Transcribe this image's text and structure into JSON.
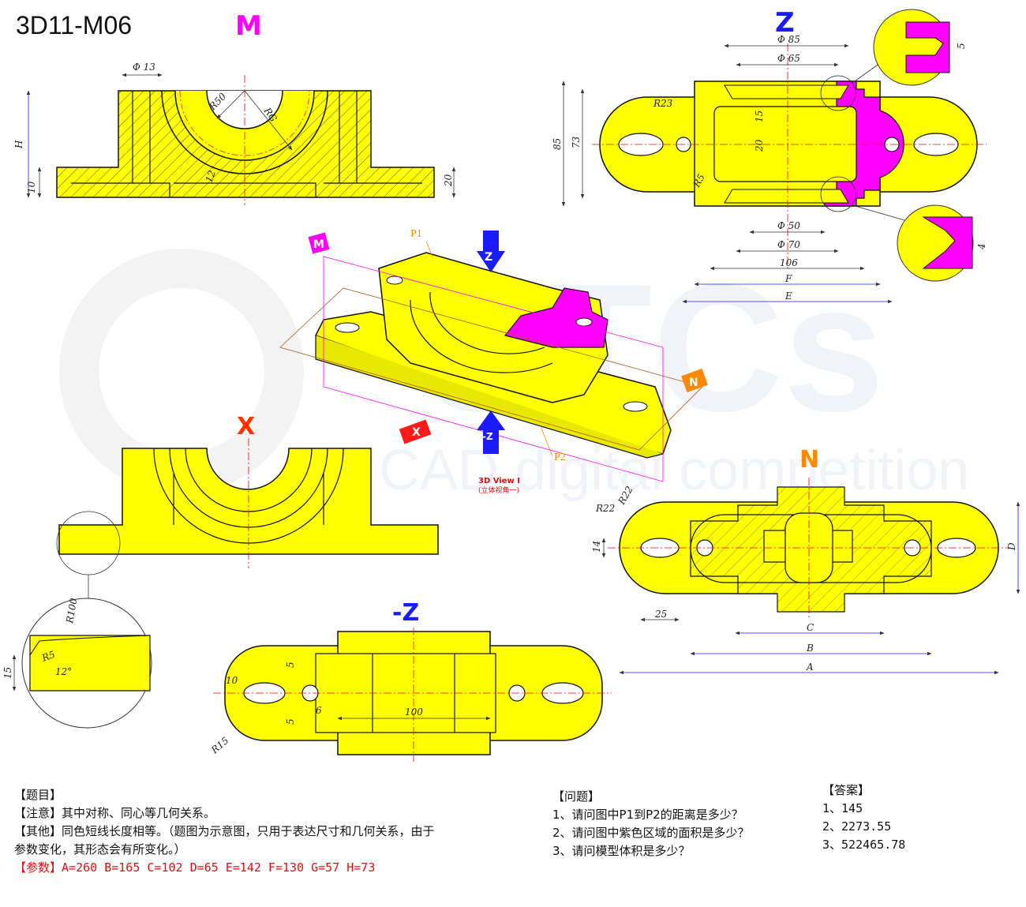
{
  "title": "3D11-M06",
  "views": {
    "M": "M",
    "Z": "Z",
    "X": "X",
    "negZ": "-Z",
    "N": "N",
    "iso_view": "3D View I",
    "iso_view_sub": "(立体视角一)"
  },
  "iso_labels": {
    "p1": "P1",
    "p2": "P2",
    "m": "M",
    "z": "Z",
    "n": "N",
    "x": "X",
    "negz": "-Z"
  },
  "dims_M": {
    "d13": "Φ 13",
    "r50": "R50",
    "rg": "RG",
    "h": "H",
    "d10": "10",
    "d20": "20",
    "d12": "12"
  },
  "dims_Z": {
    "d85": "Φ 85",
    "d65": "Φ 65",
    "r23": "R23",
    "d15": "15",
    "d20": "20",
    "r5": "R5",
    "h85": "85",
    "h73": "73",
    "d50": "Φ 50",
    "d70": "Φ 70",
    "w106": "106",
    "f": "F",
    "e": "E",
    "det5": "5",
    "det4": "4"
  },
  "dims_X": {
    "r100": "R100",
    "r5": "R5",
    "a12": "12°",
    "h15": "15"
  },
  "dims_negZ": {
    "d5a": "5",
    "d10": "10",
    "d6": "6",
    "d100": "100",
    "d5b": "5",
    "r15": "R15"
  },
  "dims_N": {
    "r22a": "R22",
    "r22b": "R22",
    "d14": "14",
    "d25": "25",
    "c": "C",
    "b": "B",
    "a": "A",
    "d": "D"
  },
  "watermark": {
    "text1": "CTCs",
    "text2": "CAD digital competition"
  },
  "notes": {
    "topic_header": "【题目】",
    "note_label": "【注意】",
    "note_text": "其中对称、同心等几何关系。",
    "other_label": "【其他】",
    "other_text1": "同色短线长度相等。（题图为示意图，只用于表达尺寸和几何关系，由于",
    "other_text2": "参数变化，其形态会有所变化。）",
    "params_label": "【参数】",
    "params_text": "A=260 B=165 C=102 D=65 E=142 F=130 G=57 H=73"
  },
  "questions": {
    "header": "【问题】",
    "items": [
      "1、请问图中P1到P2的距离是多少？",
      "2、请问图中紫色区域的面积是多少？",
      "3、请问模型体积是多少？"
    ]
  },
  "answers": {
    "header": "【答案】",
    "items": [
      "1、145",
      "2、2273.55",
      "3、522465.78"
    ]
  },
  "colors": {
    "part": "#ffff00",
    "highlight": "#ff00ff",
    "view_m": "#ff00ff",
    "view_z": "#1a1aff",
    "view_x": "#ff3300",
    "view_n": "#ff8800",
    "dim": "#1a1aff",
    "center": "#ff0000"
  }
}
